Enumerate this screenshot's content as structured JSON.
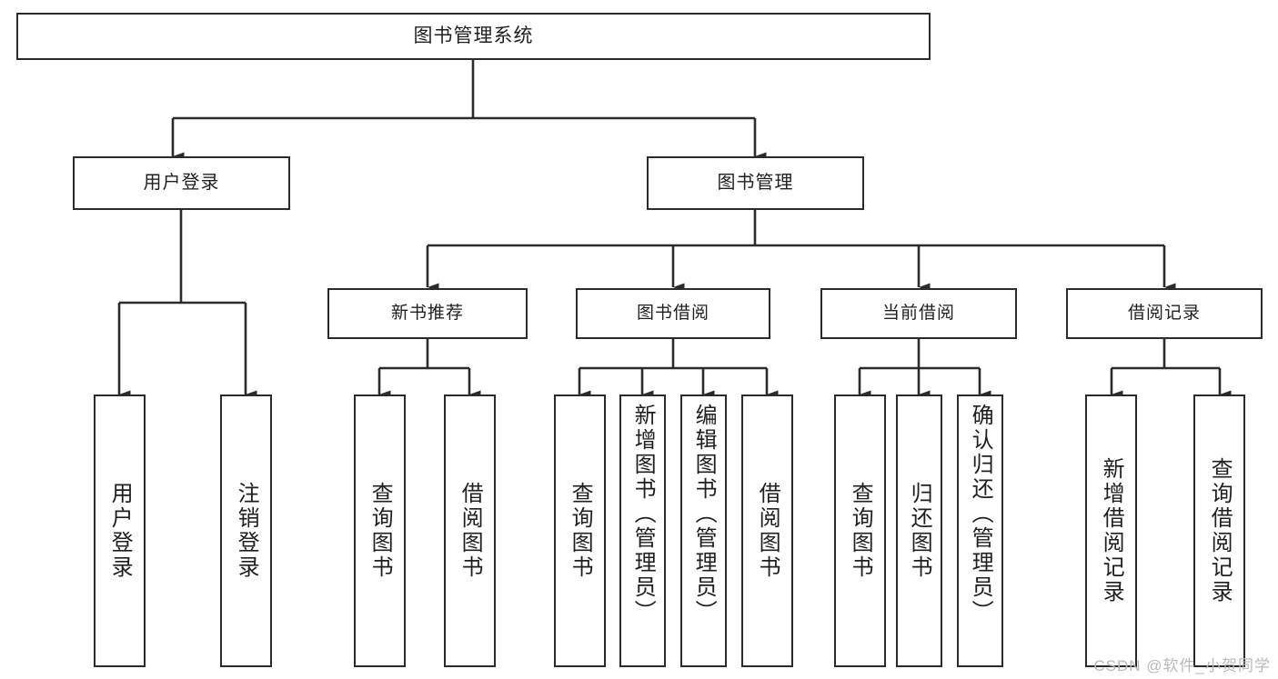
{
  "diagram": {
    "title": "图书管理系统",
    "watermark": "CSDN @软件_小贺同学",
    "root": {
      "label": "图书管理系统"
    },
    "level1": [
      {
        "label": "用户登录"
      },
      {
        "label": "图书管理"
      }
    ],
    "level2": [
      {
        "label": "新书推荐"
      },
      {
        "label": "图书借阅"
      },
      {
        "label": "当前借阅"
      },
      {
        "label": "借阅记录"
      }
    ],
    "leaves": [
      {
        "label": "用户登录",
        "parent": "用户登录"
      },
      {
        "label": "注销登录",
        "parent": "用户登录"
      },
      {
        "label": "查询图书",
        "parent": "新书推荐"
      },
      {
        "label": "借阅图书",
        "parent": "新书推荐"
      },
      {
        "label": "查询图书",
        "parent": "图书借阅"
      },
      {
        "label": "新增图书（管理员）",
        "parent": "图书借阅"
      },
      {
        "label": "编辑图书（管理员）",
        "parent": "图书借阅"
      },
      {
        "label": "借阅图书",
        "parent": "图书借阅"
      },
      {
        "label": "查询图书",
        "parent": "当前借阅"
      },
      {
        "label": "归还图书",
        "parent": "当前借阅"
      },
      {
        "label": "确认归还（管理员）",
        "parent": "当前借阅"
      },
      {
        "label": "新增借阅记录",
        "parent": "借阅记录"
      },
      {
        "label": "查询借阅记录",
        "parent": "借阅记录"
      }
    ],
    "colors": {
      "stroke": "#2b2b2b",
      "fill": "#ffffff",
      "text": "#1f1f1f",
      "watermark": "#b9b9b9"
    }
  }
}
